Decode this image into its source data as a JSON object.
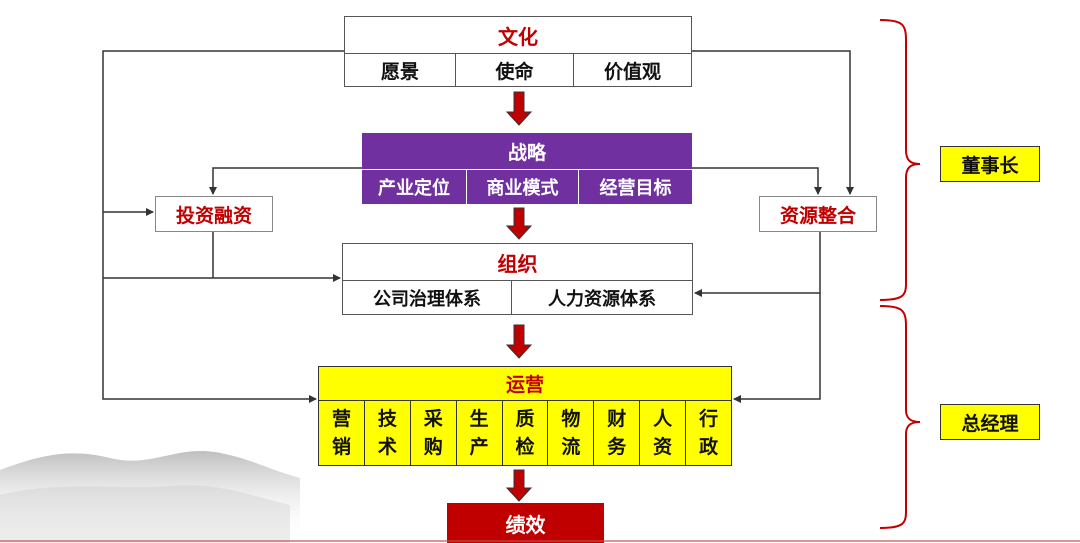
{
  "culture": {
    "title": "文化",
    "items": [
      "愿景",
      "使命",
      "价值观"
    ]
  },
  "strategy": {
    "title": "战略",
    "items": [
      "产业定位",
      "商业模式",
      "经营目标"
    ]
  },
  "organization": {
    "title": "组织",
    "items": [
      "公司治理体系",
      "人力资源体系"
    ]
  },
  "operations": {
    "title": "运营",
    "items": [
      [
        "营",
        "销"
      ],
      [
        "技",
        "术"
      ],
      [
        "采",
        "购"
      ],
      [
        "生",
        "产"
      ],
      [
        "质",
        "检"
      ],
      [
        "物",
        "流"
      ],
      [
        "财",
        "务"
      ],
      [
        "人",
        "资"
      ],
      [
        "行",
        "政"
      ]
    ]
  },
  "side": {
    "investment": "投资融资",
    "resource": "资源整合"
  },
  "performance": "绩效",
  "roles": {
    "chairman": "董事长",
    "general_manager": "总经理"
  },
  "colors": {
    "accent_red": "#c00000",
    "strategy_purple": "#7030a0",
    "ops_yellow": "#ffff00",
    "bracket_red": "#c00000"
  }
}
